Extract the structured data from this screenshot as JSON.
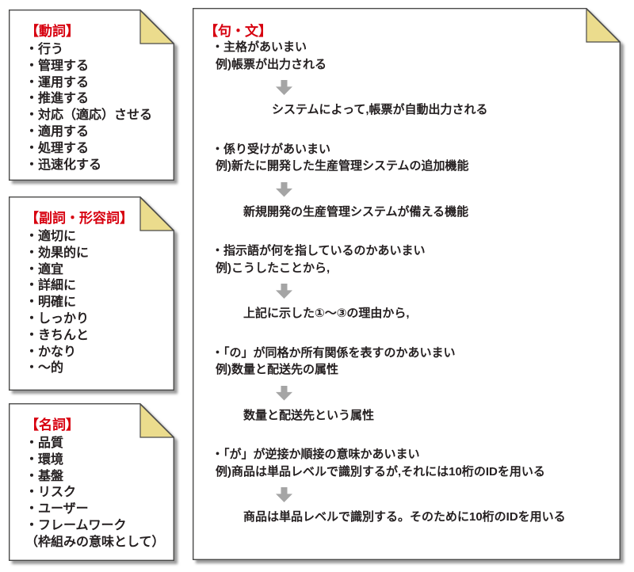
{
  "colors": {
    "accent_red": "#d7000f",
    "fold_yellow": "#ebdc8d",
    "card_border": "#4a4a49",
    "arrow_gray": "#a5a5a5",
    "text": "#252021"
  },
  "cards": [
    {
      "id": "verbs",
      "title": "【動詞】",
      "items": [
        "・行う",
        "・管理する",
        "・運用する",
        "・推進する",
        "・対応（適応）させる",
        "・適用する",
        "・処理する",
        "・迅速化する"
      ]
    },
    {
      "id": "adverbs-adjectives",
      "title": "【副詞・形容詞】",
      "items": [
        "・適切に",
        "・効果的に",
        "・適宜",
        "・詳細に",
        "・明確に",
        "・しっかり",
        "・きちんと",
        "・かなり",
        "・～的"
      ]
    },
    {
      "id": "nouns",
      "title": "【名詞】",
      "items": [
        "・品質",
        "・環境",
        "・基盤",
        "・リスク",
        "・ユーザー",
        "・フレームワーク",
        "（枠組みの意味として）"
      ]
    }
  ],
  "main": {
    "title": "【句・文】",
    "sections": [
      {
        "problem": "・主格があいまい",
        "example": "例)帳票が出力される",
        "revised": "システムによって,帳票が自動出力される"
      },
      {
        "problem": "・係り受けがあいまい",
        "example": "例)新たに開発した生産管理システムの追加機能",
        "revised": "新規開発の生産管理システムが備える機能"
      },
      {
        "problem": "・指示語が何を指しているのかあいまい",
        "example": "例)こうしたことから,",
        "revised": "上記に示した①～③の理由から,"
      },
      {
        "problem": "・「の」が同格か所有関係を表すのかあいまい",
        "example": "例)数量と配送先の属性",
        "revised": "数量と配送先という属性"
      },
      {
        "problem": "・「が」が逆接か順接の意味かあいまい",
        "example": "例)商品は単品レベルで識別するが,それには10桁のIDを用いる",
        "revised": "商品は単品レベルで識別する。そのために10桁のIDを用いる"
      }
    ]
  }
}
